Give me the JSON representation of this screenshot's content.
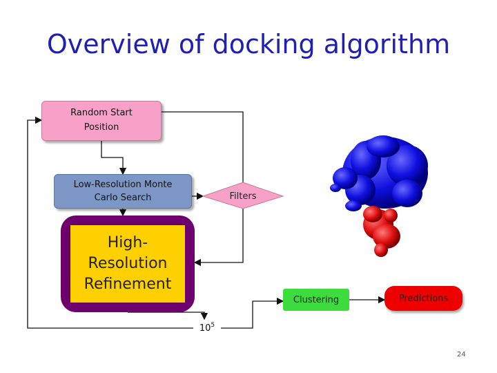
{
  "slide": {
    "title": "Overview of docking algorithm",
    "page_number": "24"
  },
  "flow": {
    "start": "Random Start Position",
    "low_res": "Low-Resolution Monte Carlo Search",
    "filters": "Filters",
    "high_res": "High-Resolution Refinement",
    "clustering": "Clustering",
    "predictions": "Predictions",
    "count_base": "10",
    "count_exp": "5"
  },
  "colors": {
    "title": "#1f1fb4",
    "start_box": "#f7a1c9",
    "low_res_box": "#7c97c6",
    "high_res_frame": "#6d006d",
    "high_res_fill": "#ffd000",
    "filters_diamond": "#f7a1c9",
    "clustering_box": "#3bdc3b",
    "predictions_box": "#ee0000",
    "protein_receptor": "#1010e0",
    "protein_ligand": "#e01010"
  }
}
